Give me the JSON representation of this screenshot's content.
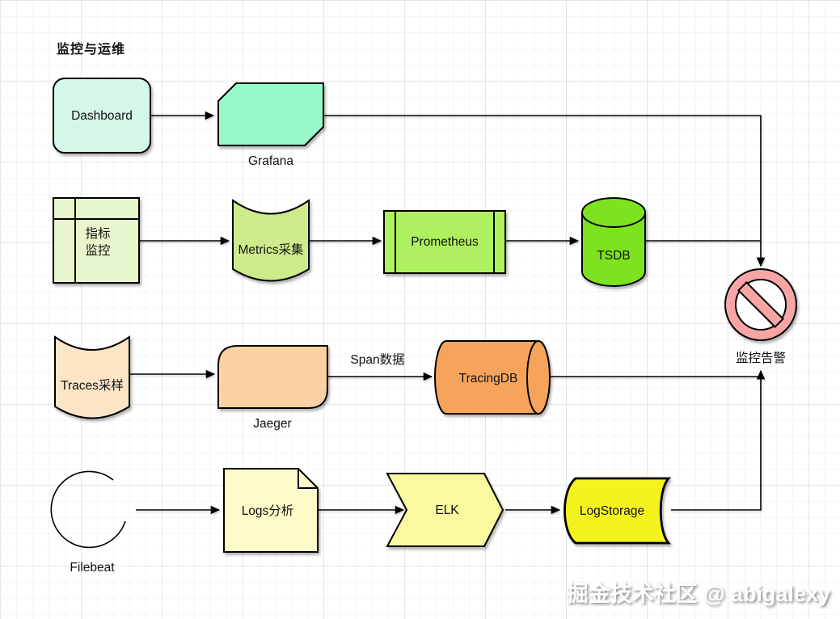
{
  "title": "监控与运维",
  "watermark": "掘金技术社区 @ abigalexy",
  "nodes": {
    "dashboard": {
      "label": "Dashboard",
      "fill": "#d4f7e7"
    },
    "grafana": {
      "label": "Grafana",
      "fill": "#98f8c8"
    },
    "metrics_monitor": {
      "line1": "指标",
      "line2": "监控",
      "fill": "#e8f6cd"
    },
    "metrics_collect": {
      "label": "Metrics采集",
      "fill": "#cdeb8b"
    },
    "prometheus": {
      "label": "Prometheus",
      "fill": "#aef05f"
    },
    "tsdb": {
      "label": "TSDB",
      "fill": "#7de31e"
    },
    "traces_sampling": {
      "label": "Traces采样",
      "fill": "#fce5c7"
    },
    "jaeger": {
      "label": "Jaeger",
      "fill": "#fbd1a3"
    },
    "tracingdb": {
      "label": "TracingDB",
      "fill": "#f6a45b"
    },
    "filebeat": {
      "label": "Filebeat"
    },
    "logs_analysis": {
      "label": "Logs分析",
      "fill": "#fdfbc9"
    },
    "elk": {
      "label": "ELK",
      "fill": "#f9f9a0"
    },
    "logstorage": {
      "label": "LogStorage",
      "fill": "#f4f41c"
    },
    "alert": {
      "label": "监控告警",
      "fill": "#f8a5a5"
    }
  },
  "edges": {
    "span_data_label": "Span数据"
  }
}
